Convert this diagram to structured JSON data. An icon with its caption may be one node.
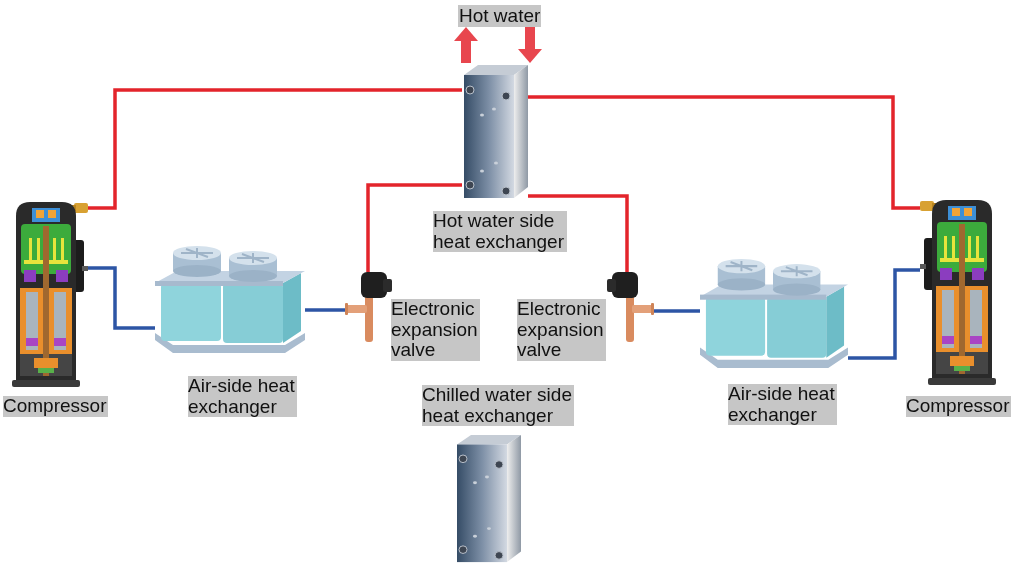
{
  "diagram": {
    "nodes": [
      {
        "text": [
          "Hot water"
        ]
      },
      {
        "text": [],
        "shape": "picture",
        "beside": [
          "Hot water side heat exchanger"
        ]
      },
      {
        "text": [],
        "shape": "picture",
        "beside": [
          "Compressor"
        ]
      },
      {
        "text": [],
        "shape": "picture",
        "beside": [
          "Air-side heat exchanger"
        ]
      },
      {
        "text": [],
        "shape": "picture",
        "beside": [
          "Electronic expansion valve"
        ]
      },
      {
        "text": [],
        "shape": "picture",
        "beside": [
          "Electronic expansion valve"
        ]
      },
      {
        "text": [],
        "shape": "picture",
        "beside": [
          "Air-side heat exchanger"
        ]
      },
      {
        "text": [],
        "shape": "picture",
        "beside": [
          "Compressor"
        ]
      },
      {
        "text": [],
        "shape": "picture",
        "beside": [
          "Chilled water side heat exchanger"
        ]
      }
    ],
    "edges": [
      {
        "from": 2,
        "to": 1,
        "arrow": "none",
        "color": "#e3242b"
      },
      {
        "from": 1,
        "to": 4,
        "arrow": "none",
        "color": "#e3242b"
      },
      {
        "from": 4,
        "to": 3,
        "arrow": "none",
        "color": "#2d55a5"
      },
      {
        "from": 3,
        "to": 2,
        "arrow": "none",
        "color": "#2d55a5"
      },
      {
        "from": 1,
        "to": 7,
        "arrow": "none",
        "color": "#e3242b"
      },
      {
        "from": 1,
        "to": 5,
        "arrow": "none",
        "color": "#e3242b"
      },
      {
        "from": 5,
        "to": 6,
        "arrow": "none",
        "color": "#2d55a5"
      },
      {
        "from": 6,
        "to": 7,
        "arrow": "none",
        "color": "#2d55a5"
      },
      {
        "from": 1,
        "to": 0,
        "arrow": "to",
        "style": "thick",
        "color": "#e8464e"
      },
      {
        "from": 0,
        "to": 1,
        "arrow": "to",
        "style": "thick",
        "color": "#e8464e"
      }
    ]
  }
}
